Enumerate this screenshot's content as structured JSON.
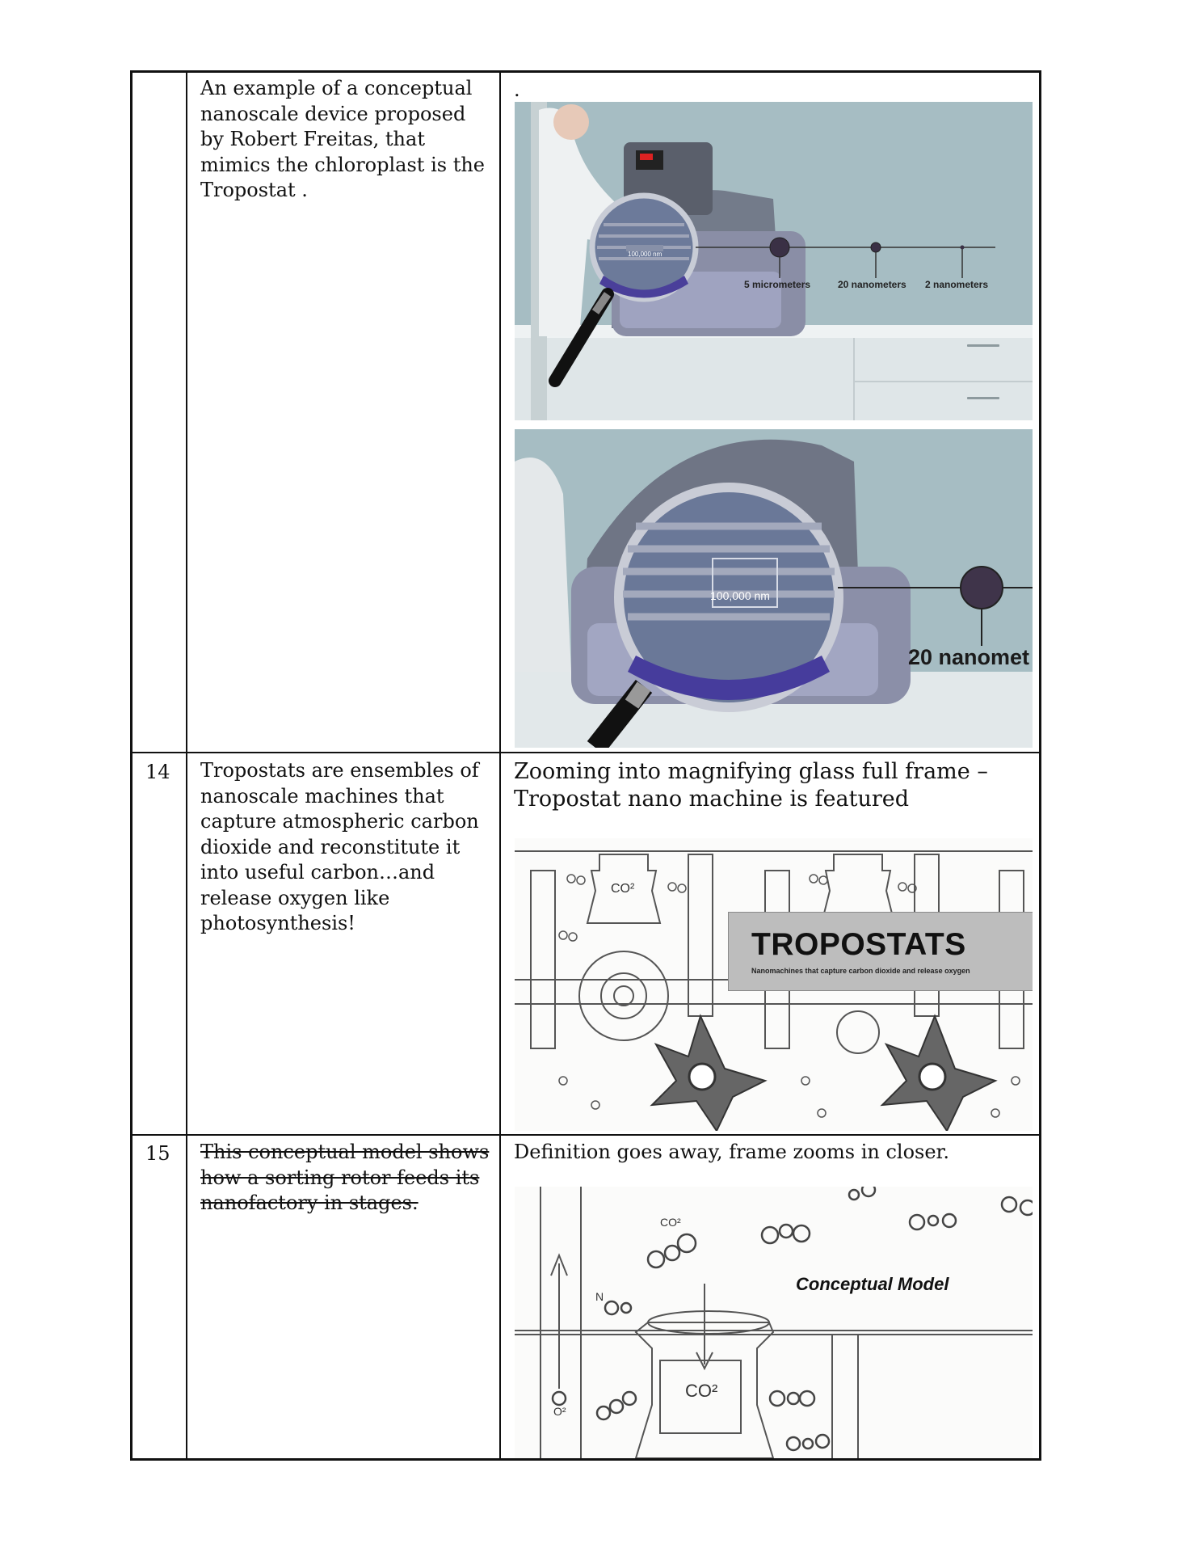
{
  "rows": [
    {
      "number": "",
      "description": "An example of a conceptual nanoscale device proposed by Robert Freitas, that mimics the chloroplast is the Tropostat .",
      "notes": ".",
      "image1": {
        "lens_label": "100,000 nm",
        "scale_labels": [
          "5 micrometers",
          "20 nanometers",
          "2 nanometers"
        ]
      },
      "image2": {
        "lens_label": "100,000 nm",
        "scale_label": "20 nanomet"
      }
    },
    {
      "number": "14",
      "description": "Tropostats are ensembles of nanoscale machines that capture atmospheric carbon dioxide and reconstitute it into useful carbon…and release oxygen like photosynthesis!",
      "notes": "Zooming into magnifying glass full frame – Tropostat nano machine is featured",
      "image": {
        "title": "TROPOSTATS",
        "subtitle": "Nanomachines that capture carbon dioxide and release oxygen",
        "chamber_label": "CO²"
      }
    },
    {
      "number": "15",
      "description": "This conceptual model shows how a sorting rotor feeds its nanofactory in stages.",
      "description_struck": true,
      "notes": "Definition goes away, frame zooms in closer.",
      "image": {
        "caption": "Conceptual Model",
        "chamber_label": "CO²",
        "molecule_label": "CO²",
        "n_label": "N",
        "o_label": "O²"
      }
    }
  ]
}
